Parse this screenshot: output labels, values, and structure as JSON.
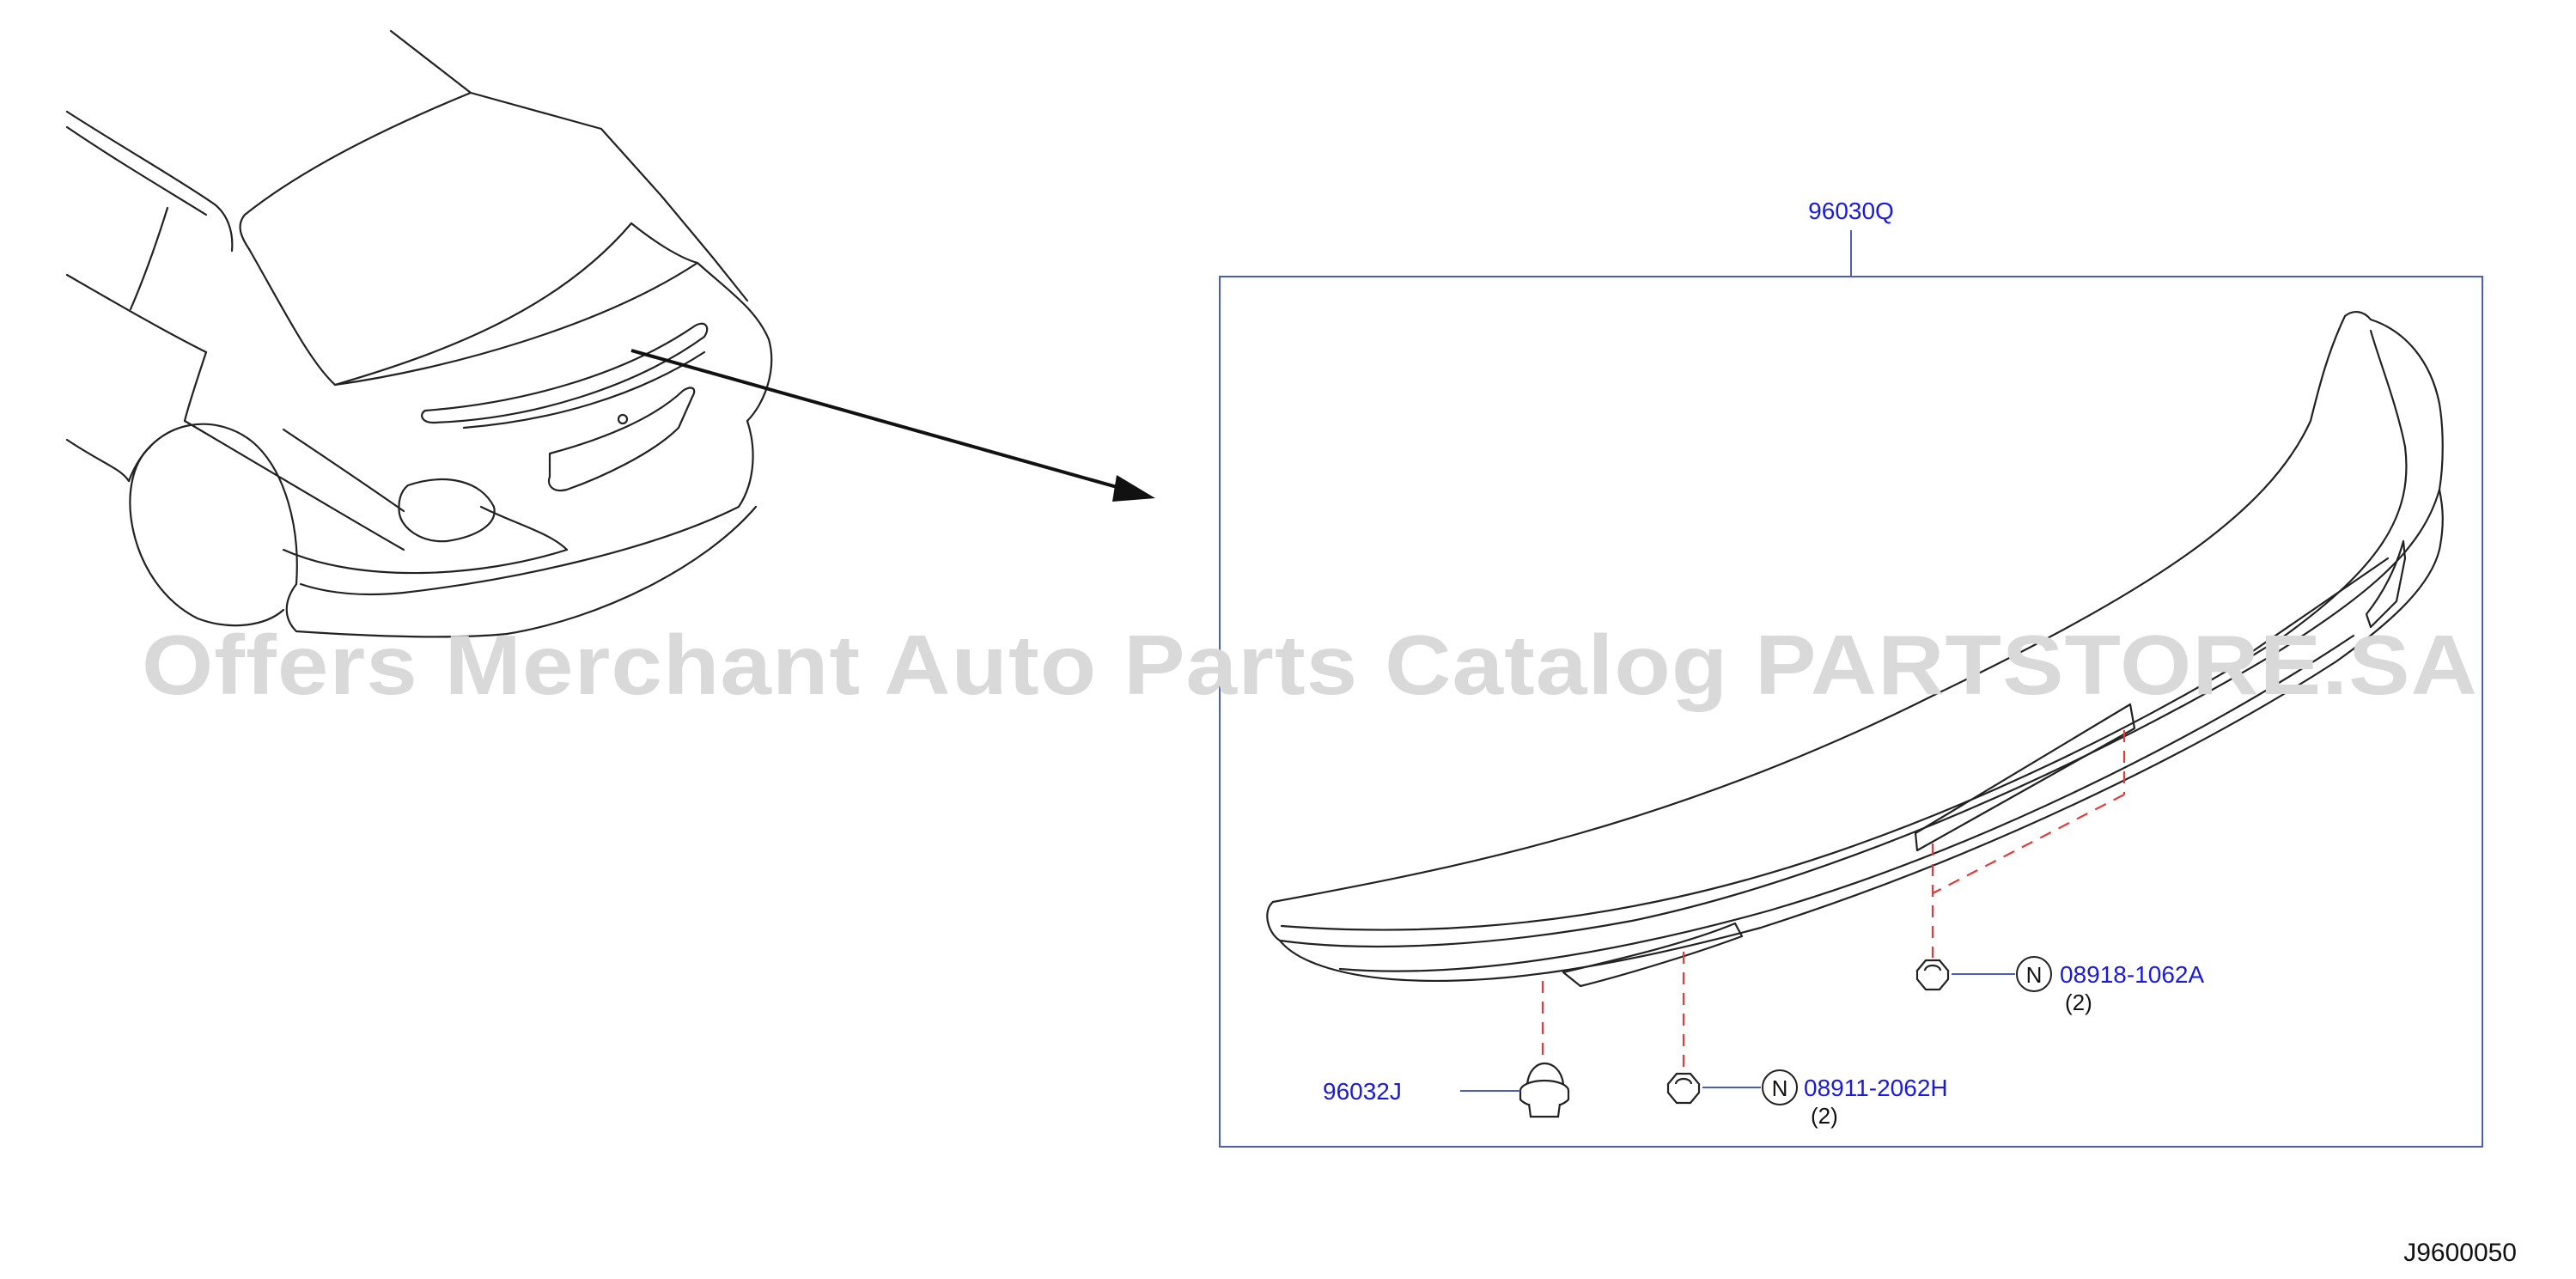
{
  "diagram": {
    "watermark": "Offers Merchant Auto Parts Catalog PARTSTORE.SA",
    "drawing_code": "J9600050",
    "colors": {
      "label": "#1a1adb",
      "frame": "#4a5fb5",
      "dashed": "#e03a3a",
      "line": "#111111",
      "watermark": "#d9d9d9"
    },
    "parts": [
      {
        "number": "96030Q",
        "qty": ""
      },
      {
        "number": "96032J",
        "qty": ""
      },
      {
        "number": "08911-2062H",
        "marker": "N",
        "qty": "(2)"
      },
      {
        "number": "08918-1062A",
        "marker": "N",
        "qty": "(2)"
      }
    ]
  }
}
